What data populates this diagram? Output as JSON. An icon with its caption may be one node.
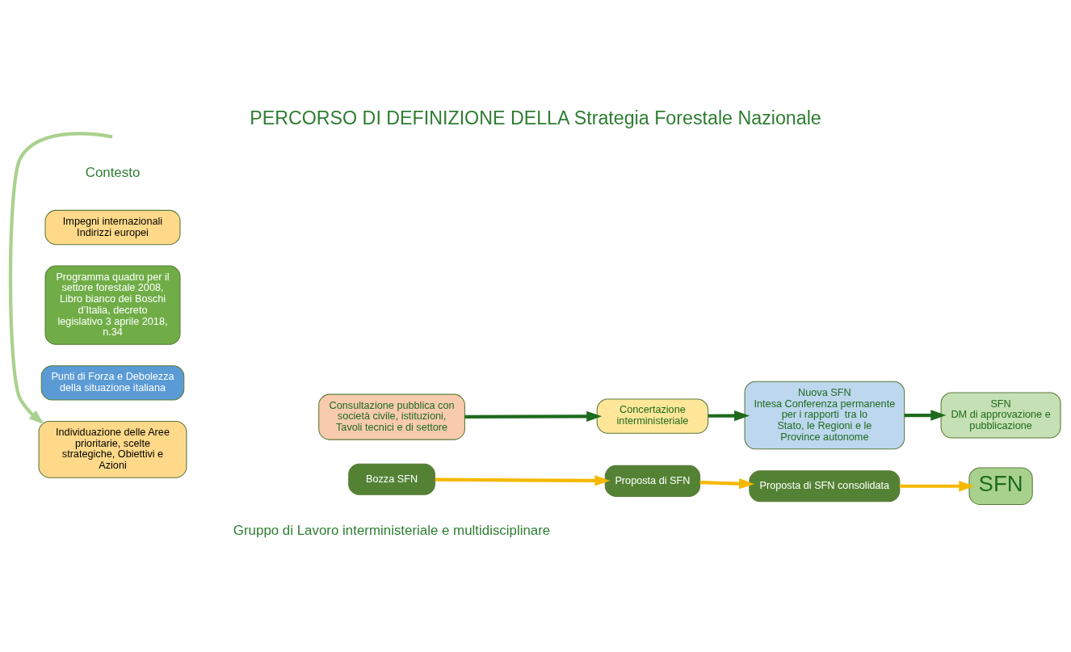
{
  "diagram": {
    "title": "PERCORSO DI DEFINIZIONE DELLA Strategia Forestale Nazionale",
    "nodes": [
      {
        "text": [
          "Impegni internazionali Indirizzi europei"
        ]
      },
      {
        "text": [
          "Programma quadro per il settore forestale 2008, Libro bianco dei Boschi d’Italia, decreto legislativo 3 aprile 2018, n.34"
        ]
      },
      {
        "text": [
          "Punti di Forza e Debolezza della situazione italiana"
        ]
      },
      {
        "text": [
          "Individuazione delle Aree prioritarie, scelte strategiche, Obiettivi e Azioni"
        ]
      },
      {
        "text": [
          "Consultazione pubblica con società civile, istituzioni,  Tavoli tecnici e di settore"
        ]
      },
      {
        "text": [
          "Concertazione interministeriale"
        ]
      },
      {
        "text": [
          "Nuova SFN",
          "Intesa Conferenza permanente per i rapporti  tra lo Stato, le Regioni e le Province autonome"
        ]
      },
      {
        "text": [
          "SFN",
          "DM di approvazione e pubblicazione"
        ]
      },
      {
        "text": [
          "Bozza SFN"
        ]
      },
      {
        "text": [
          "Proposta di SFN"
        ]
      },
      {
        "text": [
          "Proposta di SFN consolidata"
        ]
      },
      {
        "text": [
          "SFN"
        ]
      }
    ],
    "edges": [
      {
        "from": null,
        "to": 3,
        "arrow": "to",
        "color": "#a9d18e"
      },
      {
        "from": 4,
        "to": 5,
        "arrow": "to",
        "color": "#1e6b1e"
      },
      {
        "from": 5,
        "to": 6,
        "arrow": "to",
        "color": "#1e6b1e"
      },
      {
        "from": 6,
        "to": 7,
        "arrow": "to",
        "color": "#1e6b1e"
      },
      {
        "from": 8,
        "to": 9,
        "arrow": "to",
        "color": "#f5b800"
      },
      {
        "from": 9,
        "to": 10,
        "arrow": "to",
        "color": "#f5b800"
      },
      {
        "from": 10,
        "to": 11,
        "arrow": "to",
        "color": "#f5b800"
      }
    ],
    "labels": [
      "Contesto",
      "Gruppo di Lavoro interministeriale e multidisciplinare"
    ]
  }
}
